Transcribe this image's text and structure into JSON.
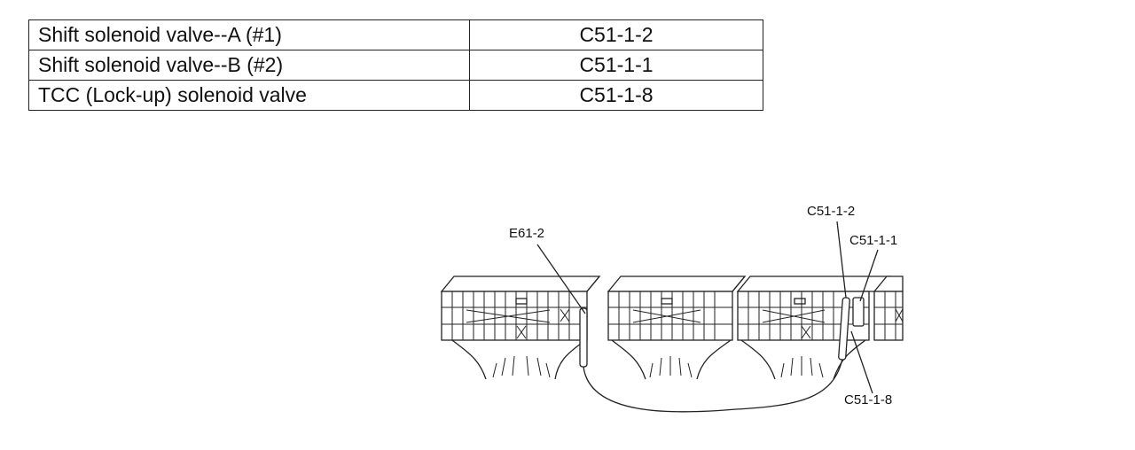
{
  "table": {
    "rows": [
      {
        "component": "Shift solenoid valve--A (#1)",
        "connector": "C51-1-2"
      },
      {
        "component": "Shift solenoid valve--B (#2)",
        "connector": "C51-1-1"
      },
      {
        "component": "TCC (Lock-up) solenoid valve",
        "connector": "C51-1-8"
      }
    ]
  },
  "diagram": {
    "labels": {
      "e61_2": "E61-2",
      "c51_1_2": "C51-1-2",
      "c51_1_1": "C51-1-1",
      "c51_1_8": "C51-1-8"
    }
  }
}
